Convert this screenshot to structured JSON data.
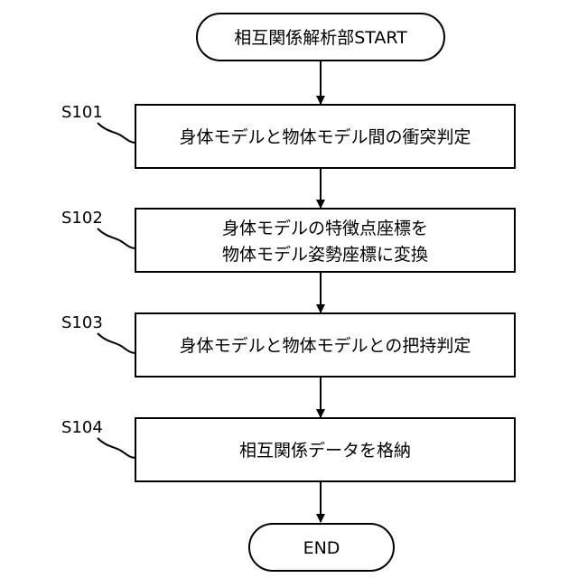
{
  "start": {
    "text": "相互関係解析部START"
  },
  "steps": [
    {
      "label": "S101",
      "lines": [
        "身体モデルと物体モデル間の衝突判定"
      ]
    },
    {
      "label": "S102",
      "lines": [
        "身体モデルの特徴点座標を",
        "物体モデル姿勢座標に変換"
      ]
    },
    {
      "label": "S103",
      "lines": [
        "身体モデルと物体モデルとの把持判定"
      ]
    },
    {
      "label": "S104",
      "lines": [
        "相互関係データを格納"
      ]
    }
  ],
  "end": {
    "text": "END"
  }
}
